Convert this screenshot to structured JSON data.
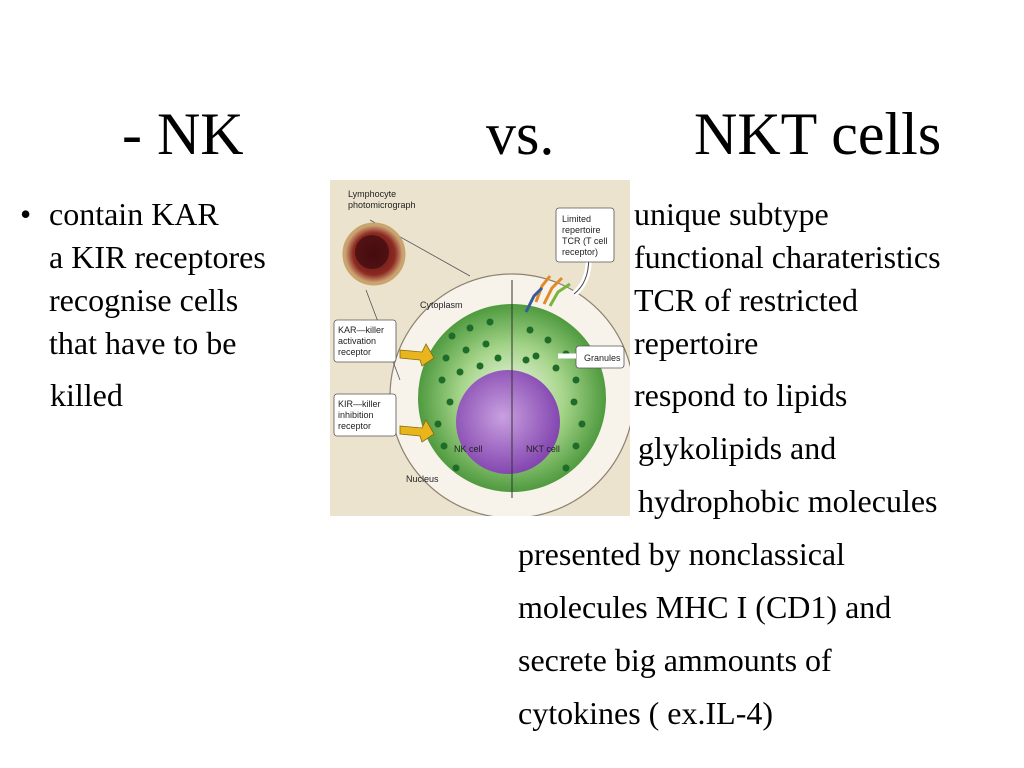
{
  "slide": {
    "title": {
      "left": "- NK",
      "middle": "vs.",
      "right": "NKT cells"
    },
    "left_bullet": {
      "bullet_symbol": "•",
      "lines": [
        "contain KAR",
        "a KIR receptores",
        "recognise cells",
        "that have to be"
      ],
      "last_line": "killed"
    },
    "right_text": {
      "lines": [
        "unique subtype",
        "functional charateristics",
        "TCR of restricted",
        "repertoire",
        "respond to lipids",
        "glykolipids and",
        "hydrophobic molecules",
        "presented by nonclassical",
        "molecules MHC I (CD1) and",
        "secrete big ammounts of",
        "cytokines ( ex.IL-4)"
      ]
    },
    "figure": {
      "labels": {
        "photomicrograph": [
          "Lymphocyte",
          "photomicrograph"
        ],
        "tcr": [
          "Limited",
          "repertoire",
          "TCR (T cell",
          "receptor)"
        ],
        "cytoplasm": "Cytoplasm",
        "kar": [
          "KAR—killer",
          "activation",
          "receptor"
        ],
        "kir": [
          "KIR—killer",
          "inhibition",
          "receptor"
        ],
        "granules": "Granules",
        "nk_cell": "NK cell",
        "nkt_cell": "NKT cell",
        "nucleus": "Nucleus"
      },
      "colors": {
        "background": "#ece3cf",
        "cytoplasm_green": "#6fb35a",
        "nucleus_purple": "#9a5bc0",
        "receptor_yellow": "#e8b51c",
        "photo_dark_red": "#7a1b1b"
      }
    }
  }
}
